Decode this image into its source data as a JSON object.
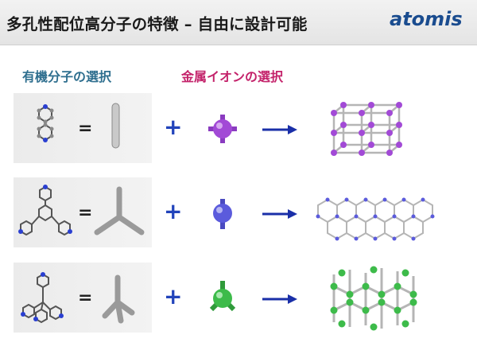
{
  "header": {
    "title": "多孔性配位高分子の特徴 – 自由に設計可能",
    "logo_text": "atomis"
  },
  "columns": {
    "organic": {
      "label": "有機分子の選択",
      "color": "#2f6f8f"
    },
    "metal": {
      "label": "金属イオンの選択",
      "color": "#c4236b"
    }
  },
  "rows": [
    {
      "linker": "ditopic-linear",
      "metal_color": "#a24ad6",
      "framework": "cubic-lattice"
    },
    {
      "linker": "tritopic-trigonal",
      "metal_color": "#5b5bdc",
      "framework": "hexagonal-sheet"
    },
    {
      "linker": "tetratopic-tetrahedral",
      "metal_color": "#3dbb4a",
      "framework": "diamond-network"
    }
  ],
  "operators": {
    "equals": "=",
    "plus": "+"
  },
  "colors": {
    "plus": "#2244bb",
    "arrow": "#1a2fa8",
    "strut": "#b5b5b5"
  }
}
